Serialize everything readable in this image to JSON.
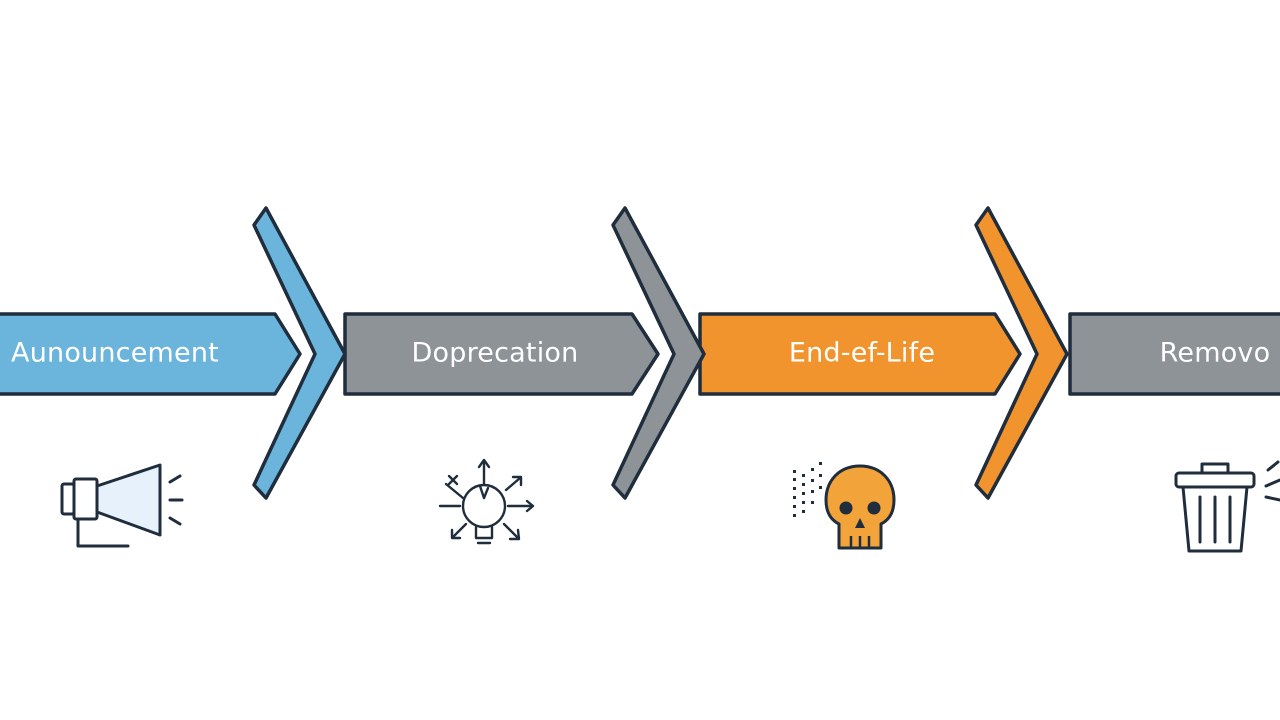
{
  "stages": [
    {
      "id": "announcement",
      "label": "Aunouncement",
      "color": "#6bb4dc",
      "icon": "megaphone-icon"
    },
    {
      "id": "deprecation",
      "label": "Doprecation",
      "color": "#8e9398",
      "icon": "lightbulb-icon"
    },
    {
      "id": "end-of-life",
      "label": "End-ef-Life",
      "color": "#f2942d",
      "icon": "skull-icon"
    },
    {
      "id": "removal",
      "label": "Removo",
      "color": "#8e9398",
      "icon": "trash-icon"
    }
  ],
  "colors": {
    "outline": "#1f2d3d",
    "announcement": "#6bb4dc",
    "deprecation": "#8e9398",
    "end_of_life": "#f2942d",
    "removal": "#8e9398",
    "skull": "#f2a33a"
  }
}
